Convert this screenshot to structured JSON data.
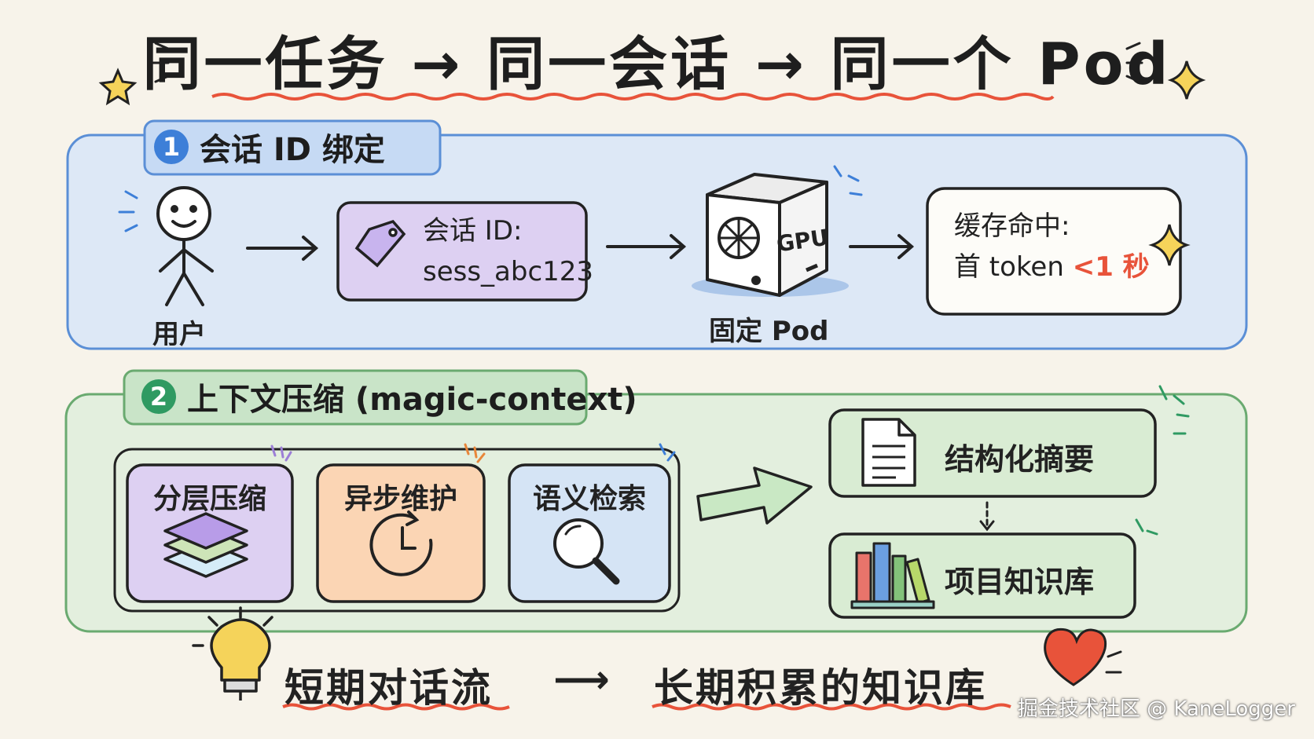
{
  "title": "同一任务 → 同一会话 → 同一个 Pod",
  "section1": {
    "number": "1",
    "label": "会话 ID 绑定",
    "user_label": "用户",
    "session_line1": "会话 ID:",
    "session_line2": "sess_abc123",
    "gpu_text": "GPU",
    "pod_label": "固定 Pod",
    "cache_line1": "缓存命中:",
    "cache_prefix": "首 token ",
    "cache_highlight": "<1 秒"
  },
  "section2": {
    "number": "2",
    "label": "上下文压缩 (magic-context)",
    "cards": [
      {
        "title": "分层压缩",
        "icon": "layers-icon"
      },
      {
        "title": "异步维护",
        "icon": "clock-refresh-icon"
      },
      {
        "title": "语义检索",
        "icon": "magnifier-icon"
      }
    ],
    "output1": "结构化摘要",
    "output2": "项目知识库"
  },
  "bottom": {
    "left": "短期对话流",
    "arrow": "⟶",
    "right": "长期积累的知识库"
  },
  "watermark": "掘金技术社区 @ KaneLogger",
  "colors": {
    "blue_panel": "#dde8f6",
    "blue_border": "#5b8fd6",
    "green_panel": "#e3efde",
    "green_border": "#6aaa70",
    "purple": "#ddd0f2",
    "orange": "#fbd5b4",
    "light_blue": "#d5e4f5",
    "accent_red": "#e8533a",
    "star_yellow": "#f5d35a"
  }
}
